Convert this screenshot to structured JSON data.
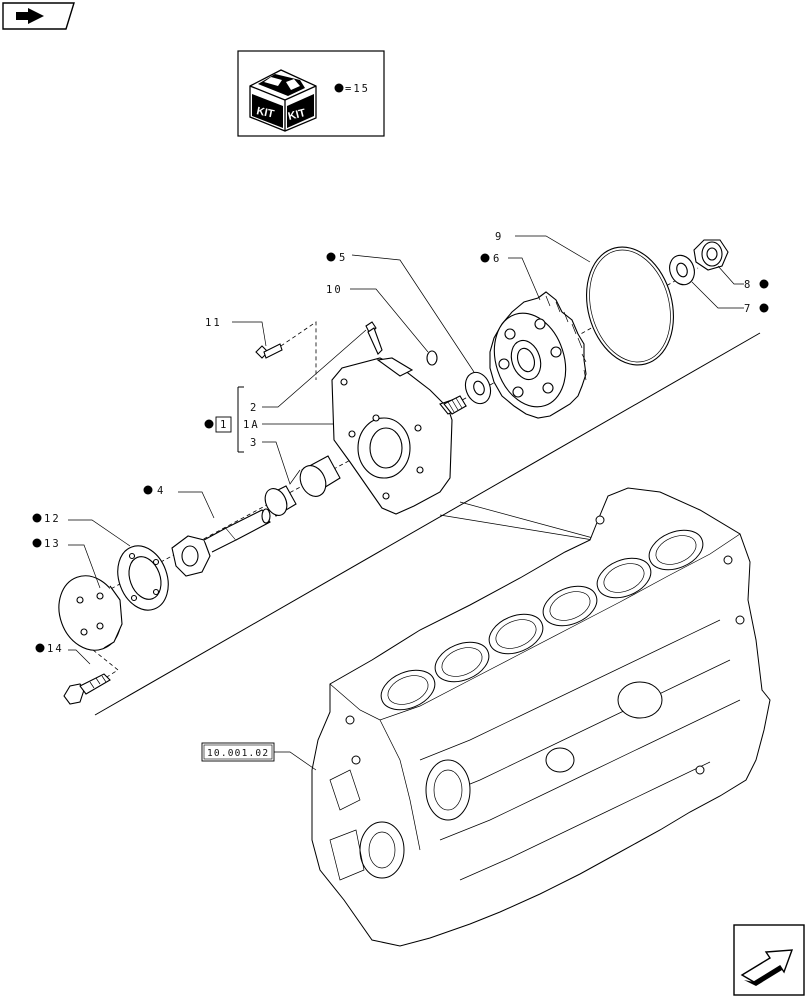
{
  "kit": {
    "label_left": "KIT",
    "label_right": "KIT",
    "equation": "=15"
  },
  "callouts": [
    {
      "id": "c9",
      "text": "9"
    },
    {
      "id": "c8",
      "text": "8"
    },
    {
      "id": "c7",
      "text": "7"
    },
    {
      "id": "c6",
      "text": "6"
    },
    {
      "id": "c5",
      "text": "5"
    },
    {
      "id": "c10",
      "text": "10"
    },
    {
      "id": "c11",
      "text": "11"
    },
    {
      "id": "c2",
      "text": "2"
    },
    {
      "id": "c1A",
      "text": "1A"
    },
    {
      "id": "c3",
      "text": "3"
    },
    {
      "id": "c1",
      "text": "1"
    },
    {
      "id": "c4",
      "text": "4"
    },
    {
      "id": "c12",
      "text": "12"
    },
    {
      "id": "c13",
      "text": "13"
    },
    {
      "id": "c14",
      "text": "14"
    }
  ],
  "reference_box": "10.001.02",
  "icons": {
    "top_left": "forward-arrow-tab-icon",
    "bottom_right": "next-page-arrow-icon",
    "kit": "kit-box-icon"
  }
}
